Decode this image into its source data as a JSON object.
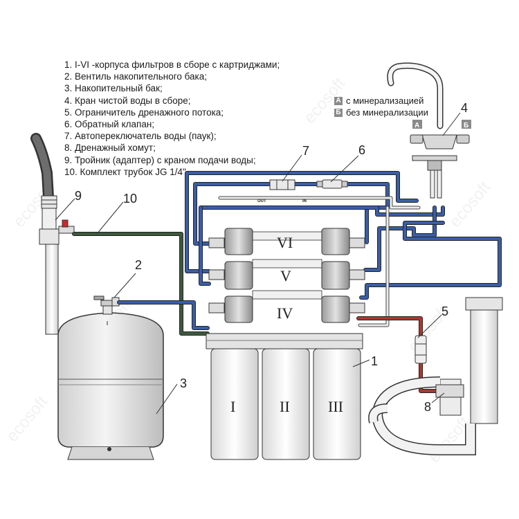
{
  "legend": [
    "1. I-VI -корпуса фильтров в сборе с картриджами;",
    "2. Вентиль накопительного бака;",
    "3. Накопительный бак;",
    "4. Кран чистой воды в сборе;",
    "5. Ограничитель дренажного потока;",
    "6. Обратный клапан;",
    "7. Автопереключатель воды (паук);",
    "8. Дренажный хомут;",
    "9. Тройник (адаптер) с краном подачи воды;",
    "10. Комплект трубок JG 1/4\"."
  ],
  "faucet_legend": [
    {
      "key": "А",
      "text": "с минерализацией"
    },
    {
      "key": "Б",
      "text": "без минерализации"
    }
  ],
  "faucet_tap_labels": {
    "left": "А",
    "right": "Б"
  },
  "callouts": {
    "n1": "1",
    "n2": "2",
    "n3": "3",
    "n4": "4",
    "n5": "5",
    "n6": "6",
    "n7": "7",
    "n8": "8",
    "n9": "9",
    "n10": "10"
  },
  "housings": {
    "h1": "I",
    "h2": "II",
    "h3": "III",
    "h4": "IV",
    "h5": "V",
    "h6": "VI"
  },
  "autoswitch_ports": {
    "out": "OUT",
    "in": "IN"
  },
  "watermark": "ecosoft",
  "colors": {
    "blue_tube": "#3a5ea8",
    "green_tube": "#3c5a3e",
    "red_tube": "#a83a2e",
    "white_tube": "#e8e8e8",
    "outline": "#333333",
    "cartridge": "#c9c9c9"
  }
}
